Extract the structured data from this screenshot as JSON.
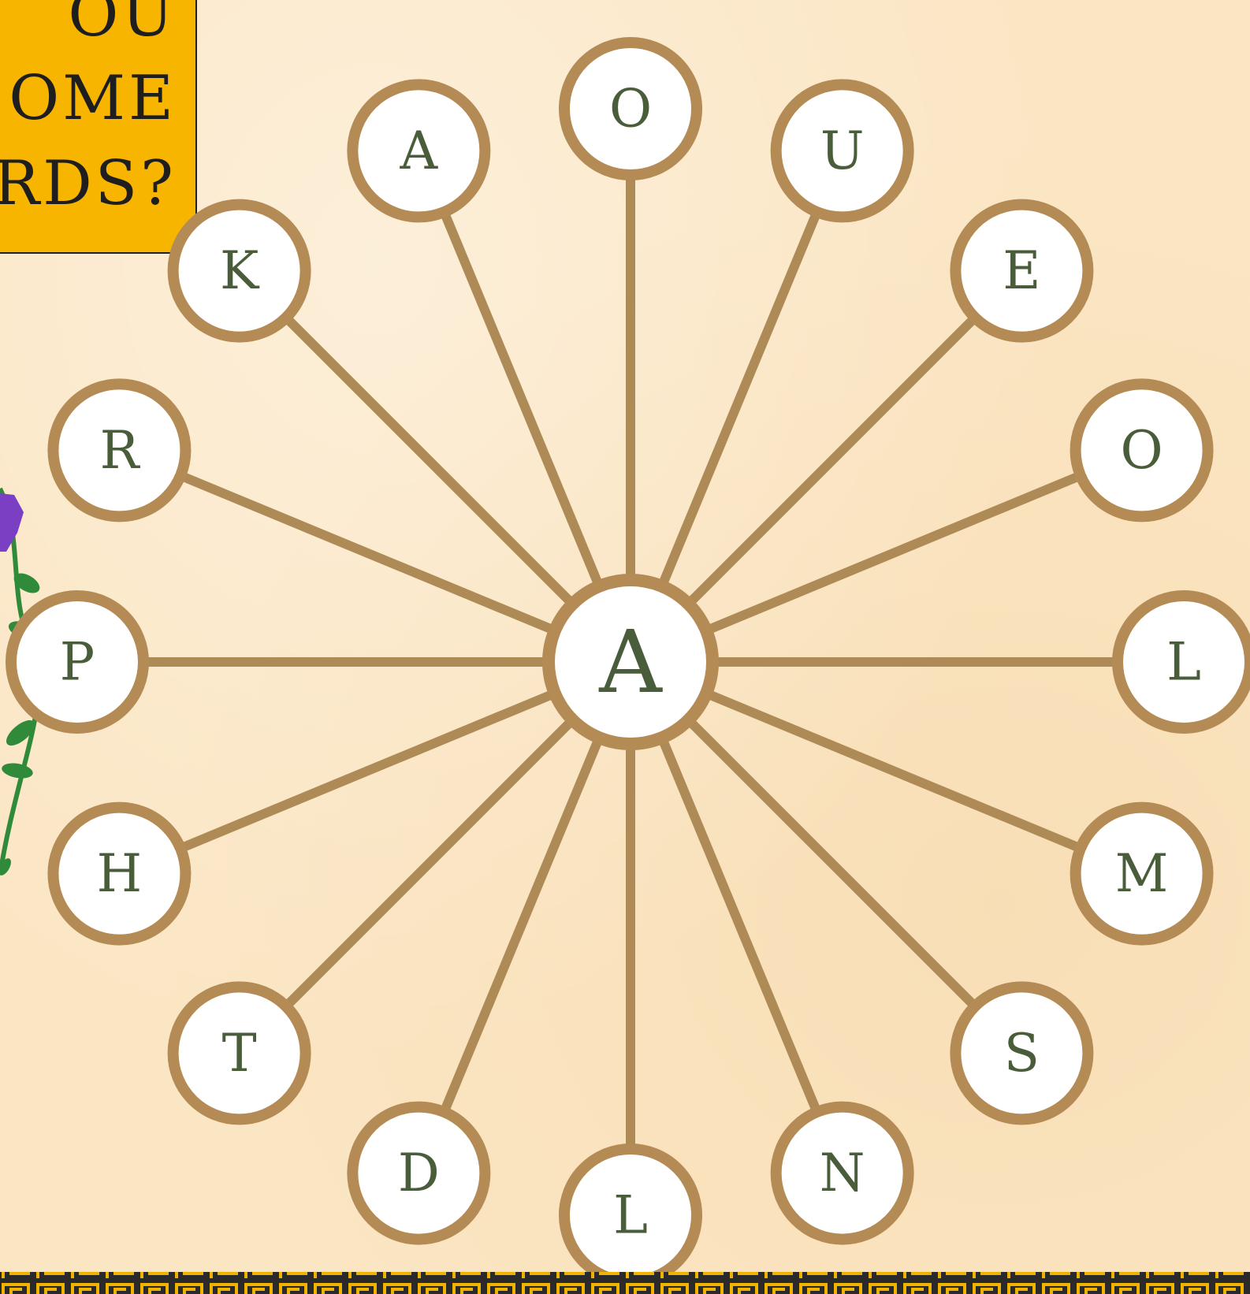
{
  "prompt": {
    "lines": [
      "OU",
      "OME",
      "RDS?"
    ]
  },
  "wheel": {
    "center_letter": "A",
    "outer_letters": [
      "O",
      "U",
      "E",
      "O",
      "L",
      "M",
      "S",
      "N",
      "L",
      "D",
      "T",
      "H",
      "P",
      "R",
      "K",
      "A"
    ]
  },
  "colors": {
    "background": "#fbe6c4",
    "prompt_box": "#f7b500",
    "spoke": "#ae8b56",
    "ring": "#b48a55",
    "letter": "#4a5d3a",
    "border_gold": "#f2b300",
    "border_dark": "#2a2a2a"
  }
}
